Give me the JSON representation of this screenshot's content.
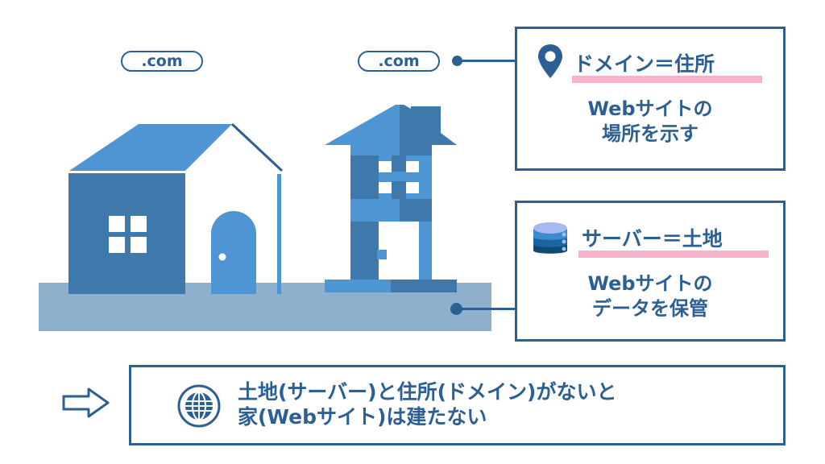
{
  "labels": {
    "domain_tag_left": ".com",
    "domain_tag_right": ".com"
  },
  "domain_card": {
    "icon": "map-pin-icon",
    "title": "ドメイン＝住所",
    "desc_line1": "Webサイトの",
    "desc_line2": "場所を示す"
  },
  "server_card": {
    "icon": "database-icon",
    "title": "サーバー＝土地",
    "desc_line1": "Webサイトの",
    "desc_line2": "データを保管"
  },
  "conclusion": {
    "arrow_icon": "right-arrow-outline-icon",
    "icon": "globe-icon",
    "line1": "土地(サーバー)と住所(ドメイン)がないと",
    "line2": "家(Webサイト)は建たない"
  },
  "colors": {
    "primary": "#2c5f93",
    "house_dark": "#3f78aa",
    "house_light": "#4e96d3",
    "ground": "#8fb0cd",
    "highlight": "#f7b3cb"
  }
}
